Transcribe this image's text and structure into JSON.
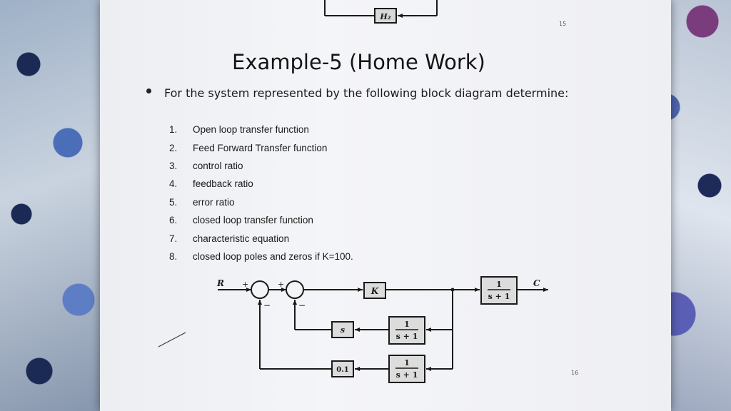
{
  "page": {
    "top_page_number": "15",
    "bottom_page_number": "16",
    "title": "Example-5 (Home Work)",
    "intro": "For the system represented by the following block diagram determine:",
    "tasks": [
      {
        "num": "1.",
        "text": "Open loop transfer function"
      },
      {
        "num": "2.",
        "text": "Feed Forward Transfer function"
      },
      {
        "num": "3.",
        "text": "control ratio"
      },
      {
        "num": "4.",
        "text": "feedback ratio"
      },
      {
        "num": "5.",
        "text": "error ratio"
      },
      {
        "num": "6.",
        "text": "closed loop transfer function"
      },
      {
        "num": "7.",
        "text": "characteristic equation"
      },
      {
        "num": "8.",
        "text": "closed loop poles and zeros if K=100."
      }
    ]
  },
  "prev_slide_fragment": {
    "block_label": "H₂"
  },
  "diagram": {
    "input_label": "R",
    "output_label": "C",
    "sum1_signs": {
      "plus": "+",
      "minus": "−"
    },
    "sum2_signs": {
      "plus": "+",
      "minus": "−"
    },
    "gain_block": "K",
    "plant_block": {
      "num": "1",
      "den": "s + 1"
    },
    "inner_feedback": {
      "block1": "s",
      "block2": {
        "num": "1",
        "den": "s + 1"
      }
    },
    "outer_feedback": {
      "block1": "0.1",
      "block2": {
        "num": "1",
        "den": "s + 1"
      }
    }
  },
  "colors": {
    "paper": "#f1f2f5",
    "block_fill": "#dcdcdc",
    "ink": "#1a1a1a"
  }
}
